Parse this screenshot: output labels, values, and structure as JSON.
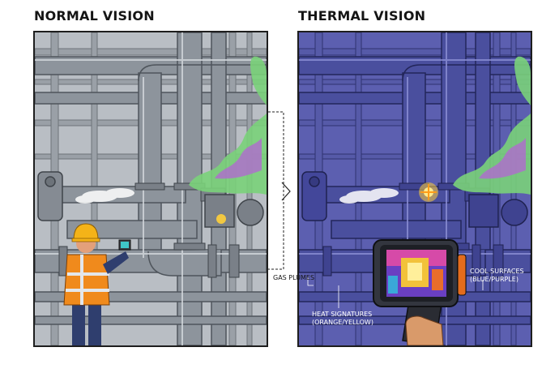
{
  "headings": {
    "left": "NORMAL VISION",
    "right": "THERMAL VISION"
  },
  "callouts": {
    "gas": "GAS PLUMES",
    "heat_line1": "HEAT SIGNATURES",
    "heat_line2": "(ORANGE/YELLOW)",
    "cool_line1": "COOL SURFACES",
    "cool_line2": "(BLUE/PURPLE)"
  },
  "colors": {
    "normal_bg": "#b9bec4",
    "normal_pipe": "#8d949c",
    "thermal_bg": "#5c5fb0",
    "thermal_pipe": "#4a4f9e",
    "gas_green": "#7ad27a",
    "gas_purple": "#b06ad0",
    "hot": "#ffcf3a",
    "vest": "#f08a1c",
    "hardhat": "#f4b318"
  },
  "icons": [
    "hard-hat-icon",
    "thermal-camera-icon",
    "hand-icon",
    "gas-cloud-icon",
    "steam-icon",
    "heat-flare-icon"
  ]
}
